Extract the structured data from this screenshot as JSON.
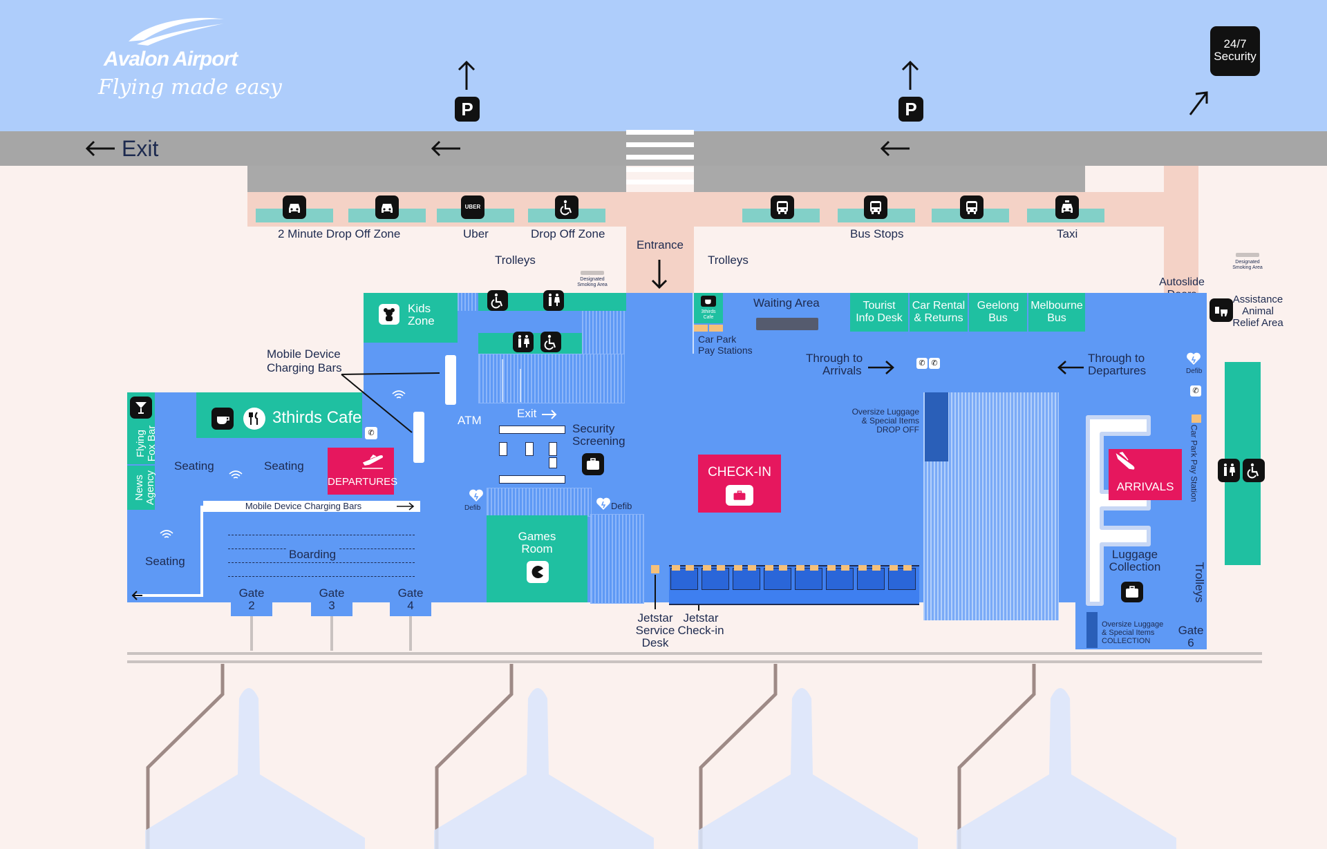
{
  "brand": {
    "name": "Avalon Airport",
    "tagline": "Flying made easy"
  },
  "security_247": {
    "line1": "24/7",
    "line2": "Security"
  },
  "road": {
    "exit_label": "Exit"
  },
  "parking": [
    {
      "label": "P"
    },
    {
      "label": "P"
    }
  ],
  "curb": {
    "two_min_dropoff": "2 Minute Drop Off Zone",
    "uber": "Uber",
    "uber_badge": "UBER",
    "drop_off_zone": "Drop Off Zone",
    "bus_stops": "Bus Stops",
    "taxi": "Taxi"
  },
  "entrance": "Entrance",
  "trolleys": "Trolleys",
  "smoking_area": {
    "line1": "Designated",
    "line2": "Smoking Area"
  },
  "autoslide_doors": {
    "line1": "Autoslide",
    "line2": "Doors"
  },
  "assistance_animal": {
    "line1": "Assistance",
    "line2": "Animal",
    "line3": "Relief Area"
  },
  "kids_zone": {
    "line1": "Kids",
    "line2": "Zone"
  },
  "mobile_charging": {
    "line1": "Mobile Device",
    "line2": "Charging Bars",
    "bottom": "Mobile Device Charging Bars"
  },
  "cafe": {
    "name": "3thirds Cafe",
    "kiosk_line1": "3thirds",
    "kiosk_line2": "Cafe"
  },
  "flying_fox_bar": {
    "line1": "Flying",
    "line2": "Fox Bar"
  },
  "news_agency": {
    "line1": "News",
    "line2": "Agency"
  },
  "seating": "Seating",
  "departures": "DEPARTURES",
  "arrivals": "ARRIVALS",
  "atm": "ATM",
  "exit_small": "Exit",
  "security_screening": {
    "line1": "Security",
    "line2": "Screening"
  },
  "boarding": "Boarding",
  "gates": [
    {
      "label": "Gate",
      "number": "2"
    },
    {
      "label": "Gate",
      "number": "3"
    },
    {
      "label": "Gate",
      "number": "4"
    },
    {
      "label": "Gate",
      "number": "6"
    }
  ],
  "defib": "Defib",
  "games_room": {
    "line1": "Games",
    "line2": "Room"
  },
  "jetstar_service_desk": {
    "line1": "Jetstar",
    "line2": "Service",
    "line3": "Desk"
  },
  "jetstar_checkin": {
    "line1": "Jetstar",
    "line2": "Check-in"
  },
  "checkin": "CHECK-IN",
  "car_park_pay": {
    "line1": "Car Park",
    "line2": "Pay Stations",
    "vertical": "Car Park Pay Station"
  },
  "waiting_area": "Waiting Area",
  "services": [
    {
      "line1": "Tourist",
      "line2": "Info Desk"
    },
    {
      "line1": "Car Rental",
      "line2": "& Returns"
    },
    {
      "line1": "Geelong",
      "line2": "Bus"
    },
    {
      "line1": "Melbourne",
      "line2": "Bus"
    }
  ],
  "through_to_arrivals": {
    "line1": "Through to",
    "line2": "Arrivals"
  },
  "through_to_departures": {
    "line1": "Through to",
    "line2": "Departures"
  },
  "oversize_dropoff": {
    "line1": "Oversize Luggage",
    "line2": "& Special Items",
    "line3": "DROP OFF"
  },
  "oversize_collection": {
    "line1": "Oversize Luggage",
    "line2": "& Special Items",
    "line3": "COLLECTION"
  },
  "luggage_collection": {
    "line1": "Luggage",
    "line2": "Collection"
  },
  "trolleys_vertical": "Trolleys",
  "colors": {
    "sky": "#aecdfb",
    "road": "#a6a6a6",
    "terminal": "#5e99f5",
    "teal": "#1fc0a1",
    "pink": "#e6175e",
    "navy": "#1d2a4f",
    "floor": "#fbf1ee"
  }
}
